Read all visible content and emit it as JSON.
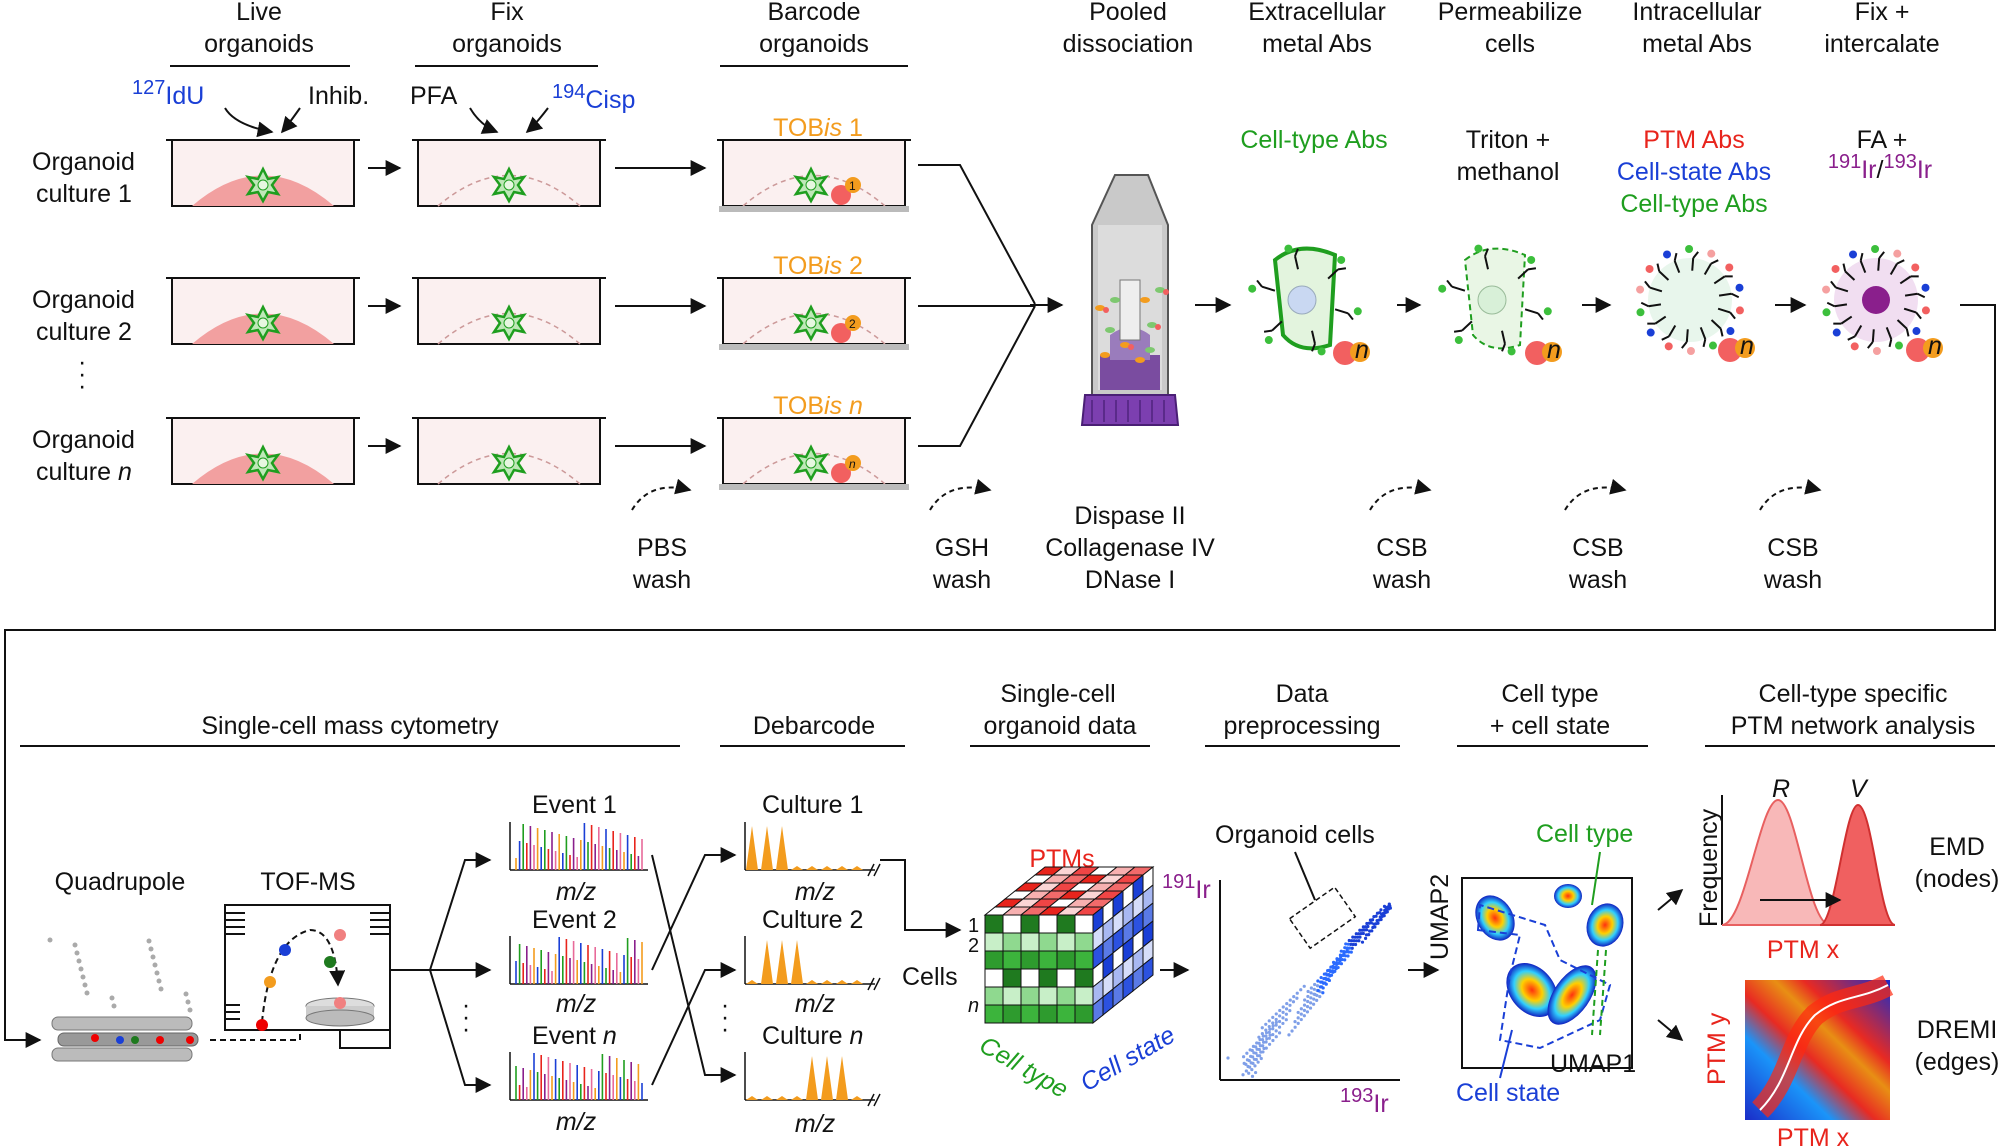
{
  "colors": {
    "green": "#1f9e1f",
    "blue": "#1a3fd6",
    "red": "#e8241c",
    "orange": "#f39c1e",
    "purple": "#8a1f8c",
    "dish_fill": "#fbf0f0",
    "organoid": "#f2a0a0"
  },
  "top": {
    "headers": [
      [
        "Live",
        "organoids"
      ],
      [
        "Fix",
        "organoids"
      ],
      [
        "Barcode",
        "organoids"
      ],
      [
        "Pooled",
        "dissociation"
      ],
      [
        "Extracellular",
        "metal Abs"
      ],
      [
        "Permeabilize",
        "cells"
      ],
      [
        "Intracellular",
        "metal Abs"
      ],
      [
        "Fix +",
        "intercalate"
      ]
    ],
    "idu_sup": "127",
    "idu": "IdU",
    "inhib": "Inhib.",
    "pfa": "PFA",
    "cisp_sup": "194",
    "cisp": "Cisp",
    "culture_labels": [
      [
        "Organoid",
        "culture 1"
      ],
      [
        "Organoid",
        "culture 2"
      ],
      [
        "Organoid",
        "culture "
      ],
      [
        "n"
      ]
    ],
    "dots": "·",
    "tobis": [
      [
        "TOB",
        "is",
        " 1"
      ],
      [
        "TOB",
        "is",
        " 2"
      ],
      [
        "TOB",
        "is",
        " n"
      ]
    ],
    "barcode_nums": [
      "1",
      "2",
      "n"
    ],
    "pbs": [
      "PBS",
      "wash"
    ],
    "gsh": [
      "GSH",
      "wash"
    ],
    "dissoc": [
      "Dispase II",
      "Collagenase IV",
      "DNase I"
    ],
    "celltype_abs": "Cell-type Abs",
    "triton": [
      "Triton +",
      "methanol"
    ],
    "ptm_abs": "PTM Abs",
    "cellstate_abs": "Cell-state Abs",
    "celltype_abs2": "Cell-type Abs",
    "fa": "FA +",
    "ir1_sup": "191",
    "ir1": "Ir",
    "slash": "/",
    "ir2_sup": "193",
    "ir2": "Ir",
    "csb": [
      "CSB",
      "wash"
    ],
    "n": "n"
  },
  "bottom": {
    "headers": {
      "mass": "Single-cell mass cytometry",
      "debar": "Debarcode",
      "sc": [
        "Single-cell",
        "organoid data"
      ],
      "pre": [
        "Data",
        "preprocessing"
      ],
      "ct": [
        "Cell type",
        "+ cell state"
      ],
      "net": [
        "Cell-type specific",
        "PTM network analysis"
      ]
    },
    "quadrupole": "Quadrupole",
    "tofms": "TOF-MS",
    "events": [
      [
        "Event ",
        "1"
      ],
      [
        "Event ",
        "2"
      ],
      [
        "Event ",
        "n"
      ]
    ],
    "cultures": [
      [
        "Culture ",
        "1"
      ],
      [
        "Culture ",
        "2"
      ],
      [
        "Culture ",
        "n"
      ]
    ],
    "mz": "m/z",
    "ptms": "PTMs",
    "cells": "Cells",
    "cube_nums": [
      "1",
      "2",
      "n"
    ],
    "cell_type": "Cell type",
    "cell_state": "Cell state",
    "organoid_cells": "Organoid cells",
    "y_sup": "191",
    "y_el": "Ir",
    "x_sup": "193",
    "x_el": "Ir",
    "umap1": "UMAP1",
    "umap2": "UMAP2",
    "ct_label": "Cell type",
    "cs_label": "Cell state",
    "freq": "Frequency",
    "R": "R",
    "V": "V",
    "ptmx": "PTM x",
    "ptmy": "PTM y",
    "emd": [
      "EMD",
      "(nodes)"
    ],
    "dremi": [
      "DREMI",
      "(edges)"
    ]
  }
}
